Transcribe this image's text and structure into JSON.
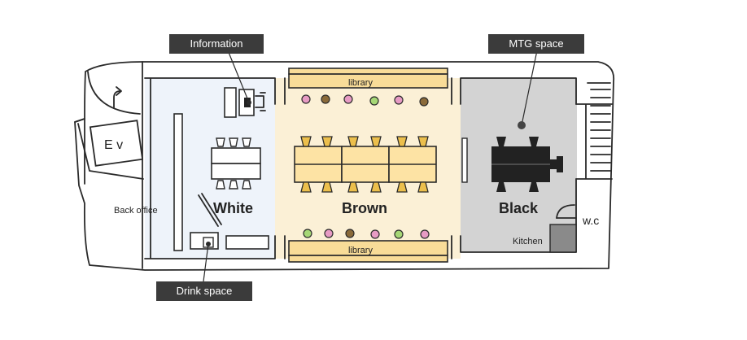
{
  "floorplan": {
    "callouts": {
      "information": "Information",
      "mtg_space": "MTG space",
      "drink_space": "Drink space"
    },
    "rooms": {
      "white": "White",
      "brown": "Brown",
      "black": "Black"
    },
    "labels": {
      "library_top": "library",
      "library_bottom": "library",
      "back_office": "Back office",
      "kitchen": "Kitchen",
      "ev": "E v",
      "wc": "w.c"
    },
    "colors": {
      "white_room": "#eef3fa",
      "brown_room": "#fbf0d6",
      "black_room": "#d3d3d3",
      "library_shelf": "#f8dc98",
      "table_brown": "#fde3a4",
      "chair_brown": "#ecbf4c",
      "tag_bg": "#3b3b3b",
      "kitchen_box": "#8a8a8a",
      "black_furniture": "#222222"
    },
    "icons": [
      "arrow-turn-icon",
      "elevator-icon",
      "stairs-icon"
    ]
  }
}
